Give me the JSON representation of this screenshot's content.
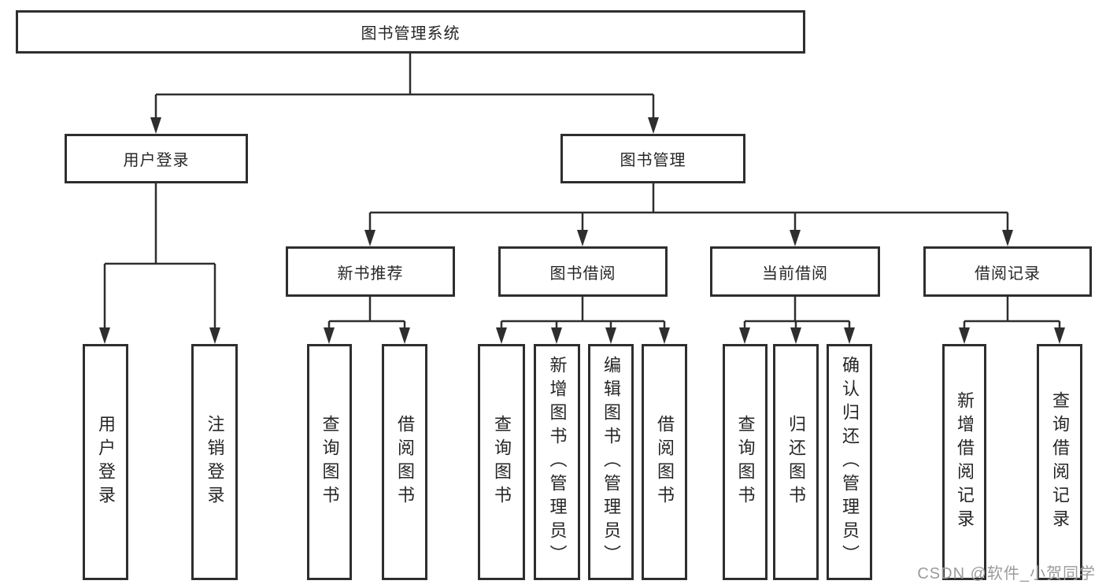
{
  "diagram": {
    "title_node": "图书管理系统",
    "line_color": "#2e2e2e",
    "box_background": "#ffffff",
    "watermark": {
      "text": "CSDN @软件_小贺同学",
      "color": "#9b9b9b"
    },
    "root": {
      "label": "图书管理系统"
    },
    "branches": [
      {
        "label": "用户登录",
        "children": [
          {
            "label": "用户登录"
          },
          {
            "label": "注销登录"
          }
        ]
      },
      {
        "label": "图书管理",
        "children": [
          {
            "label": "新书推荐",
            "children": [
              {
                "label": "查询图书"
              },
              {
                "label": "借阅图书"
              }
            ]
          },
          {
            "label": "图书借阅",
            "children": [
              {
                "label": "查询图书"
              },
              {
                "label": "新增图书（管理员）"
              },
              {
                "label": "编辑图书（管理员）"
              },
              {
                "label": "借阅图书"
              }
            ]
          },
          {
            "label": "当前借阅",
            "children": [
              {
                "label": "查询图书"
              },
              {
                "label": "归还图书"
              },
              {
                "label": "确认归还（管理员）"
              }
            ]
          },
          {
            "label": "借阅记录",
            "children": [
              {
                "label": "新增借阅记录"
              },
              {
                "label": "查询借阅记录"
              }
            ]
          }
        ]
      }
    ]
  }
}
